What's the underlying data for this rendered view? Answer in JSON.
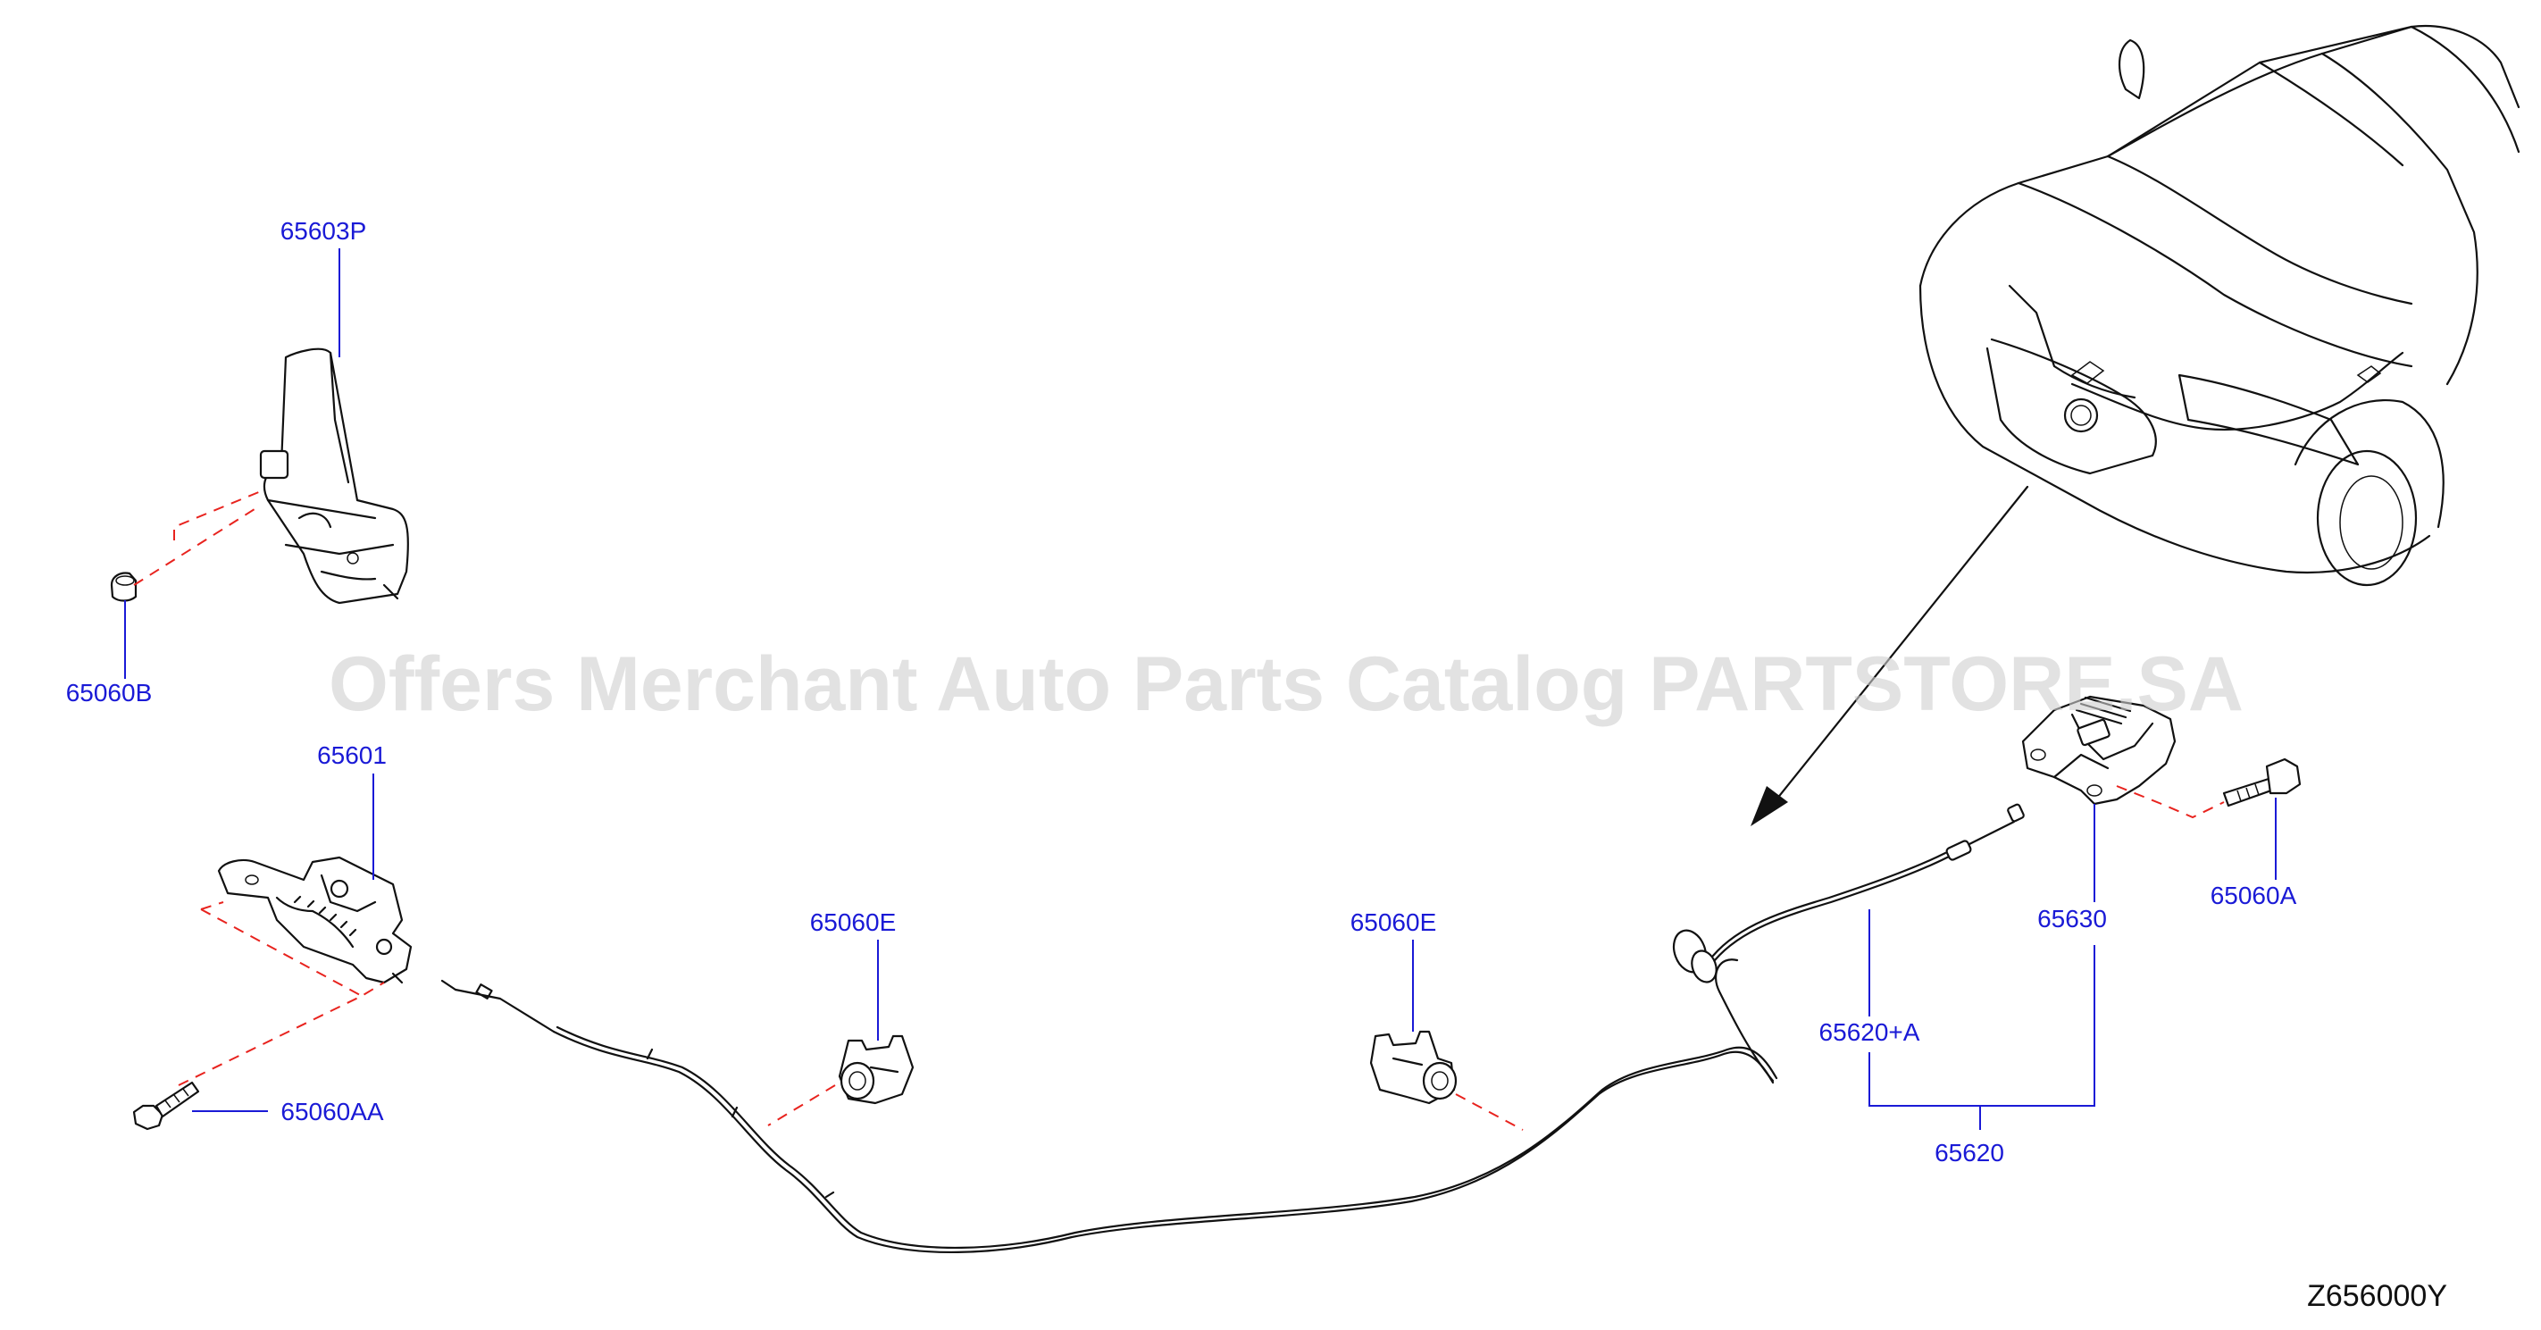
{
  "watermark": "Offers Merchant Auto Parts Catalog PARTSTORE.SA",
  "diagram_code": "Z656000Y",
  "callouts": {
    "p65603P": "65603P",
    "p65060B": "65060B",
    "p65601": "65601",
    "p65060AA": "65060AA",
    "p65060E_left": "65060E",
    "p65060E_right": "65060E",
    "p65630": "65630",
    "p65060A": "65060A",
    "p65620A": "65620+A",
    "p65620": "65620"
  },
  "colors": {
    "callout_text": "#1a1ad6",
    "fastener_dash": "#e8231e",
    "line_art": "#111111"
  }
}
